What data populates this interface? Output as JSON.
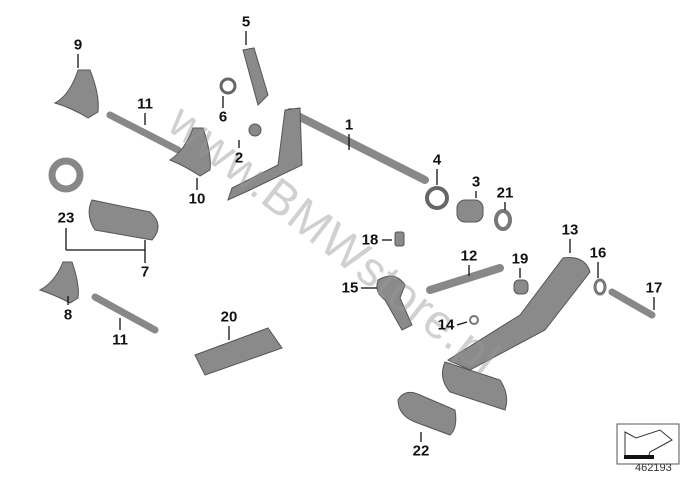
{
  "diagram": {
    "labels": {
      "p1": "1",
      "p2": "2",
      "p3": "3",
      "p4": "4",
      "p5": "5",
      "p6": "6",
      "p7": "7",
      "p8": "8",
      "p9": "9",
      "p10": "10",
      "p11a": "11",
      "p11b": "11",
      "p12": "12",
      "p13": "13",
      "p14": "14",
      "p15": "15",
      "p16": "16",
      "p17": "17",
      "p18": "18",
      "p19": "19",
      "p20": "20",
      "p21": "21",
      "p22": "22",
      "p23": "23"
    },
    "image_number": "462193",
    "watermark": "www.BMWstore.pl",
    "colors": {
      "part": "#8a8a8a",
      "part_dark": "#5e5e5e",
      "line": "#111111"
    }
  }
}
